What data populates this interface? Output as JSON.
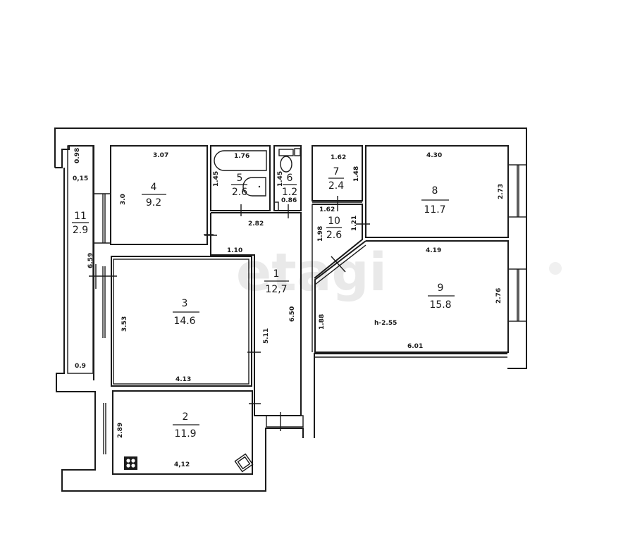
{
  "watermark": "etagi",
  "ceiling_height": "h-2.55",
  "rooms": [
    {
      "id": "1",
      "number": "1",
      "area": "12,7",
      "dims": [
        "2.82",
        "1.10",
        "6.50",
        "5.11"
      ]
    },
    {
      "id": "2",
      "number": "2",
      "area": "11.9",
      "dims": [
        "2.89",
        "4,12"
      ]
    },
    {
      "id": "3",
      "number": "3",
      "area": "14.6",
      "dims": [
        "3.53",
        "4.13"
      ]
    },
    {
      "id": "4",
      "number": "4",
      "area": "9.2",
      "dims": [
        "3.07",
        "3.0"
      ]
    },
    {
      "id": "5",
      "number": "5",
      "area": "2.6",
      "dims": [
        "1.76",
        "1.45"
      ]
    },
    {
      "id": "6",
      "number": "6",
      "area": "1.2",
      "dims": [
        "1.45",
        "0.86"
      ]
    },
    {
      "id": "7",
      "number": "7",
      "area": "2.4",
      "dims": [
        "1.62",
        "1.48"
      ]
    },
    {
      "id": "8",
      "number": "8",
      "area": "11.7",
      "dims": [
        "4.30",
        "2.73"
      ]
    },
    {
      "id": "9",
      "number": "9",
      "area": "15.8",
      "dims": [
        "4.19",
        "2.76",
        "6.01",
        "1.88"
      ]
    },
    {
      "id": "10",
      "number": "10",
      "area": "2.6",
      "dims": [
        "1.62",
        "1.21",
        "1.98"
      ]
    },
    {
      "id": "11",
      "number": "11",
      "area": "2.9",
      "dims": [
        "0.98",
        "0,15",
        "6.59",
        "0.9"
      ]
    }
  ]
}
